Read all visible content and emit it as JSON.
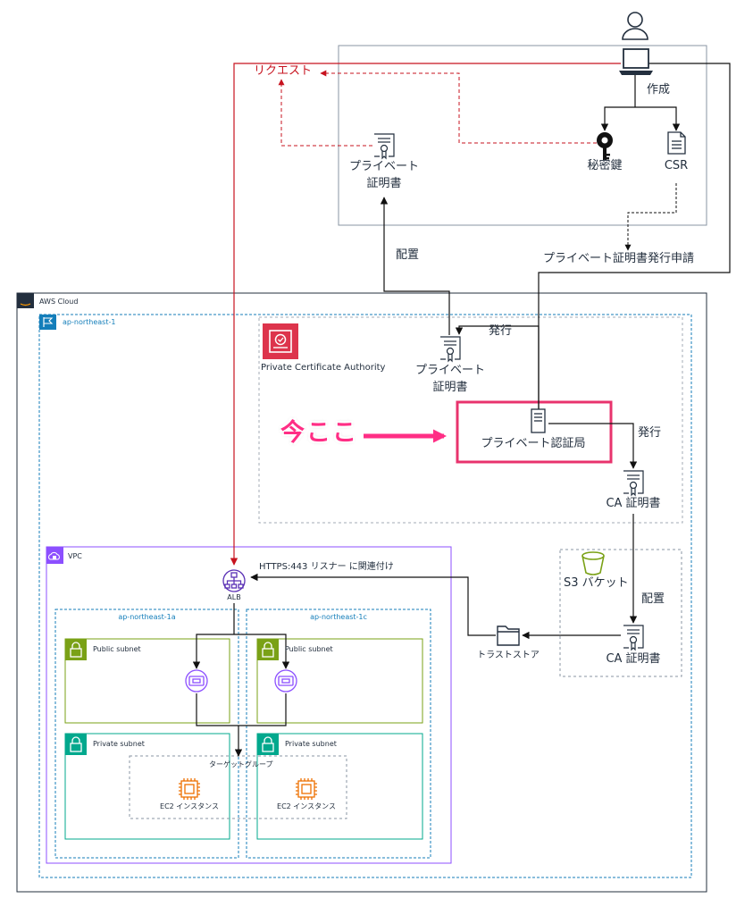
{
  "labels": {
    "request": "リクエスト",
    "create": "作成",
    "private_key": "秘密鍵",
    "csr": "CSR",
    "private_cert_top_1": "プライベート",
    "private_cert_top_2": "証明書",
    "deploy_top": "配置",
    "apply": "プライベート証明書発行申請",
    "aws_cloud": "AWS Cloud",
    "region": "ap-northeast-1",
    "pca": "Private Certificate Authority",
    "issue_1": "発行",
    "private_cert_mid_1": "プライベート",
    "private_cert_mid_2": "証明書",
    "now_here": "今ここ",
    "private_ca": "プライベート認証局",
    "issue_2": "発行",
    "ca_cert_1": "CA 証明書",
    "vpc": "VPC",
    "alb": "ALB",
    "https_listener": "HTTPS:443 リスナー に関連付け",
    "s3_bucket": "S3 バケット",
    "deploy_s3": "配置",
    "trust_store": "トラストストア",
    "ca_cert_2": "CA 証明書",
    "az_a": "ap-northeast-1a",
    "az_c": "ap-northeast-1c",
    "public_subnet_a": "Public subnet",
    "public_subnet_c": "Public subnet",
    "private_subnet_a": "Private subnet",
    "private_subnet_c": "Private subnet",
    "target_group": "ターゲットグループ",
    "ec2_a": "EC2 インスタンス",
    "ec2_c": "EC2 インスタンス",
    "aws_logo": "aws"
  },
  "colors": {
    "request_arrow": "#c7131f",
    "highlight": "#e8336d",
    "now_here_text": "#ff2e85",
    "pca_icon": "#dd344c",
    "vpc_border": "#8c4fff",
    "public_subnet": "#7aa116",
    "private_subnet": "#01a88d",
    "ec2_icon": "#ed7100",
    "s3_icon": "#7aa116",
    "region_border": "#147eba",
    "eni_icon": "#8c4fff"
  },
  "icons": [
    "user-icon",
    "laptop-icon",
    "key-icon",
    "document-icon",
    "certificate-icon",
    "server-icon",
    "folder-icon",
    "bucket-icon",
    "chip-icon",
    "lock-icon",
    "cloud-lock-icon",
    "flag-icon",
    "alb-icon",
    "network-interface-icon",
    "pca-icon",
    "aws-logo-icon"
  ]
}
